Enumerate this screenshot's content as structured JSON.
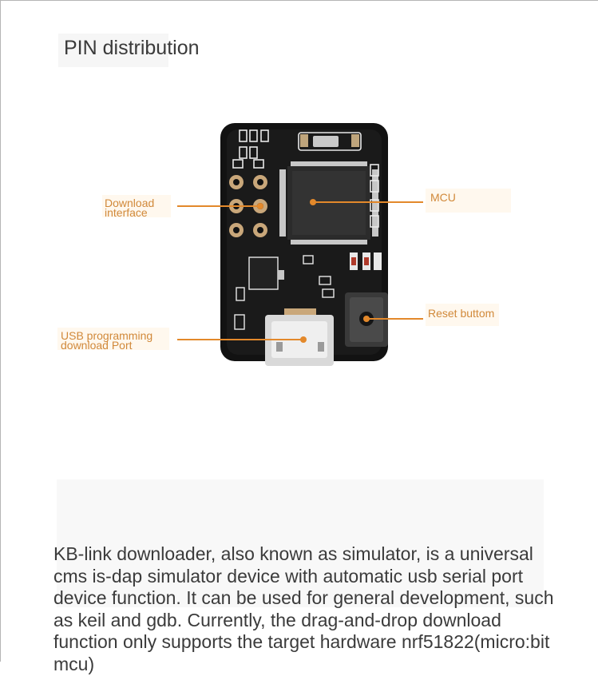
{
  "page": {
    "title": "PIN distribution"
  },
  "labels": {
    "download_interface": {
      "line1": "Download",
      "line2": "interface"
    },
    "mcu": {
      "line1": "MCU"
    },
    "reset_button": {
      "line1": "Reset buttom"
    },
    "usb_port": {
      "line1": "USB programming",
      "line2": "download Port"
    }
  },
  "colors": {
    "callout": "#e3892b",
    "board": "#111111",
    "pad": "#c9a77a"
  },
  "description": "KB-link downloader, also known as simulator, is a universal cms is-dap simulator device with automatic usb serial port device function. It can be used for general development, such as keil and gdb. Currently, the drag-and-drop download function only supports the target hardware nrf51822(micro:bit mcu)"
}
